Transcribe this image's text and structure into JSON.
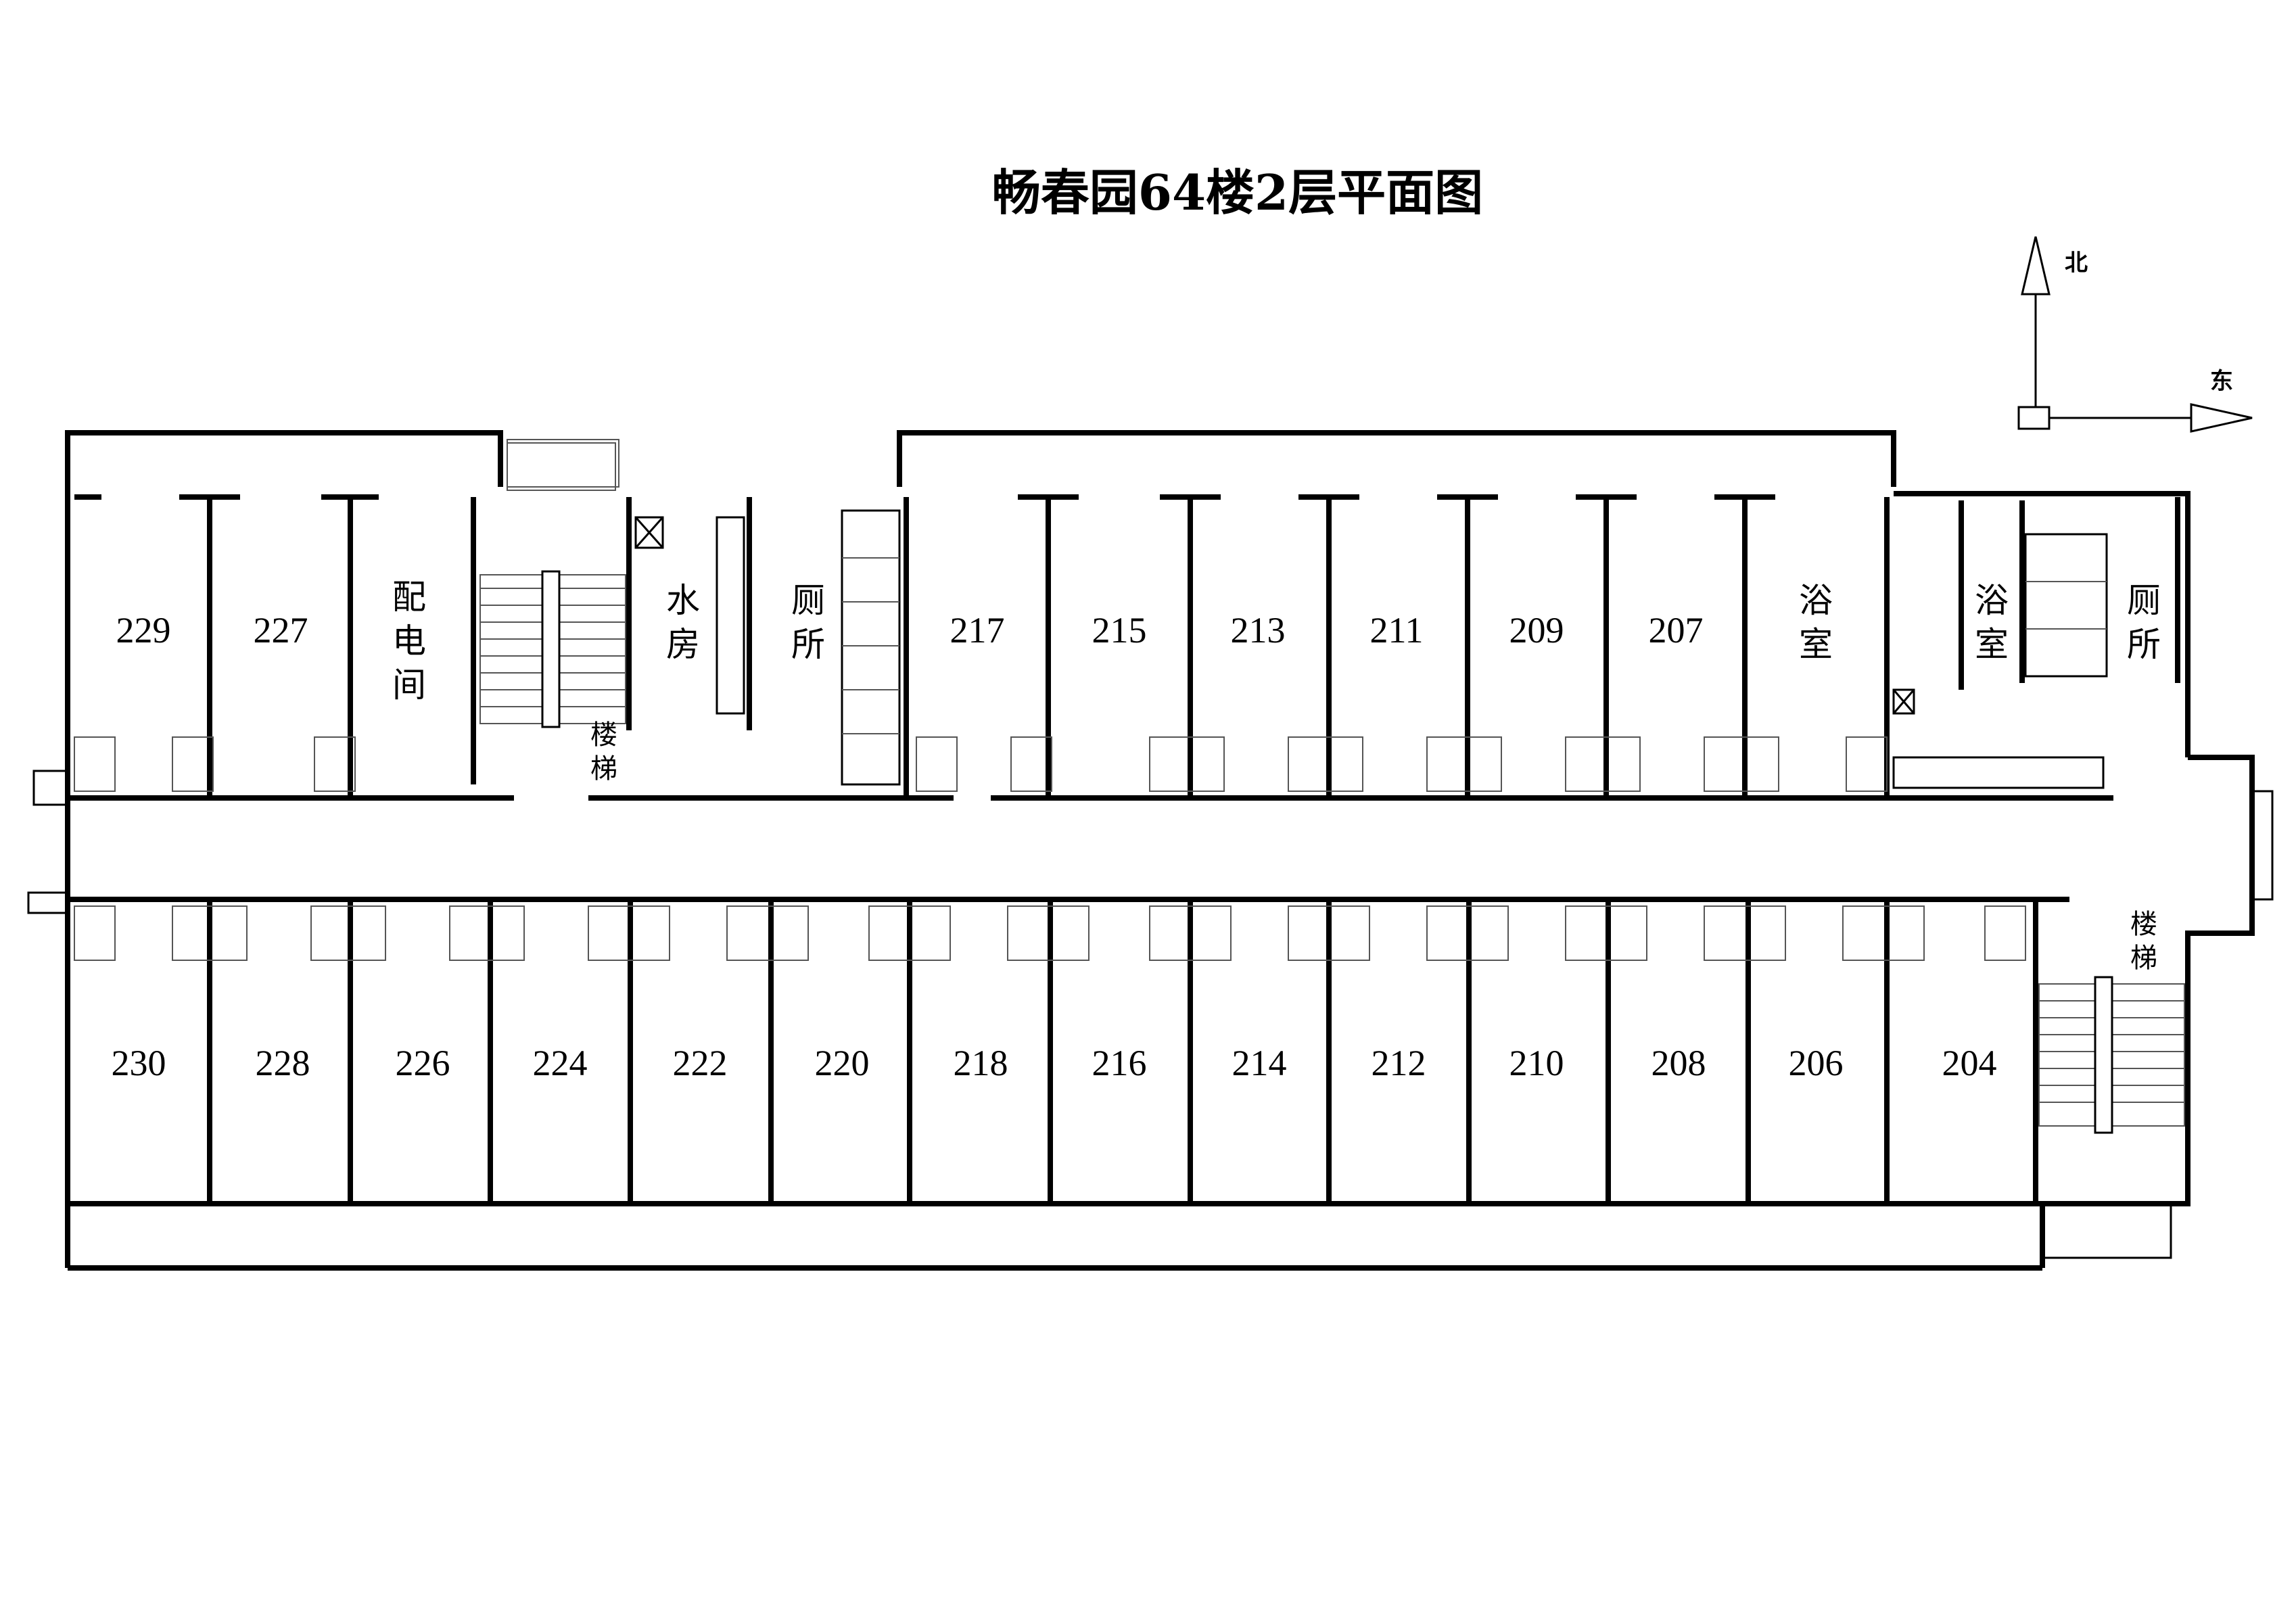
{
  "title": "畅春园64楼2层平面图",
  "compass": {
    "north": "北",
    "east": "东"
  },
  "north_rooms": [
    {
      "id": "r229",
      "label": "229"
    },
    {
      "id": "r227",
      "label": "227"
    },
    {
      "id": "r217",
      "label": "217"
    },
    {
      "id": "r215",
      "label": "215"
    },
    {
      "id": "r213",
      "label": "213"
    },
    {
      "id": "r211",
      "label": "211"
    },
    {
      "id": "r209",
      "label": "209"
    },
    {
      "id": "r207",
      "label": "207"
    }
  ],
  "south_rooms": [
    {
      "id": "r230",
      "label": "230"
    },
    {
      "id": "r228",
      "label": "228"
    },
    {
      "id": "r226",
      "label": "226"
    },
    {
      "id": "r224",
      "label": "224"
    },
    {
      "id": "r222",
      "label": "222"
    },
    {
      "id": "r220",
      "label": "220"
    },
    {
      "id": "r218",
      "label": "218"
    },
    {
      "id": "r216",
      "label": "216"
    },
    {
      "id": "r214",
      "label": "214"
    },
    {
      "id": "r212",
      "label": "212"
    },
    {
      "id": "r210",
      "label": "210"
    },
    {
      "id": "r208",
      "label": "208"
    },
    {
      "id": "r206",
      "label": "206"
    },
    {
      "id": "r204",
      "label": "204"
    }
  ],
  "facilities": {
    "power_room": [
      "配",
      "电",
      "间"
    ],
    "water_room": [
      "水",
      "房"
    ],
    "toilet_west": [
      "厕",
      "所"
    ],
    "bath_1": [
      "浴",
      "室"
    ],
    "bath_2": [
      "浴",
      "室"
    ],
    "toilet_east": [
      "厕",
      "所"
    ],
    "stairs_west": [
      "楼",
      "梯"
    ],
    "stairs_east": [
      "楼",
      "梯"
    ]
  }
}
